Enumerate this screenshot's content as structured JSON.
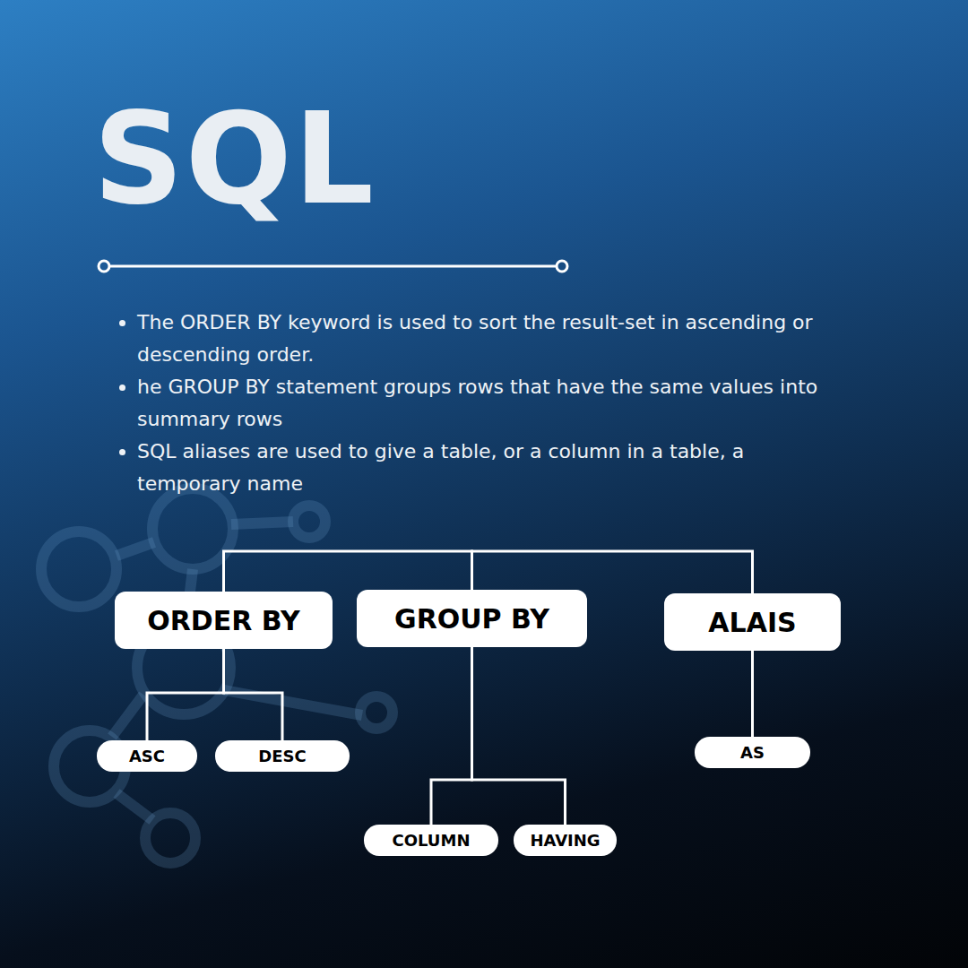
{
  "diagram": {
    "title": "SQL",
    "nodes": [
      {
        "text": [
          "ORDER BY"
        ]
      },
      {
        "text": [
          "GROUP BY"
        ]
      },
      {
        "text": [
          "ALAIS"
        ]
      },
      {
        "text": [
          "ASC"
        ]
      },
      {
        "text": [
          "DESC"
        ]
      },
      {
        "text": [
          "COLUMN"
        ]
      },
      {
        "text": [
          "HAVING"
        ]
      },
      {
        "text": [
          "AS"
        ]
      }
    ],
    "edges": [
      {
        "from": 0,
        "to": 1,
        "arrow": "none"
      },
      {
        "from": 1,
        "to": 2,
        "arrow": "none"
      },
      {
        "from": 0,
        "to": 3,
        "arrow": "none"
      },
      {
        "from": 0,
        "to": 4,
        "arrow": "none"
      },
      {
        "from": 1,
        "to": 5,
        "arrow": "none"
      },
      {
        "from": 1,
        "to": 6,
        "arrow": "none"
      },
      {
        "from": 2,
        "to": 7,
        "arrow": "none"
      }
    ],
    "labels": [
      "The ORDER BY keyword is used to sort the result-set in ascending or descending order.",
      "he GROUP BY statement groups rows that have the same values into summary rows",
      "SQL aliases are used to give a table, or a column in a table, a temporary name"
    ]
  }
}
